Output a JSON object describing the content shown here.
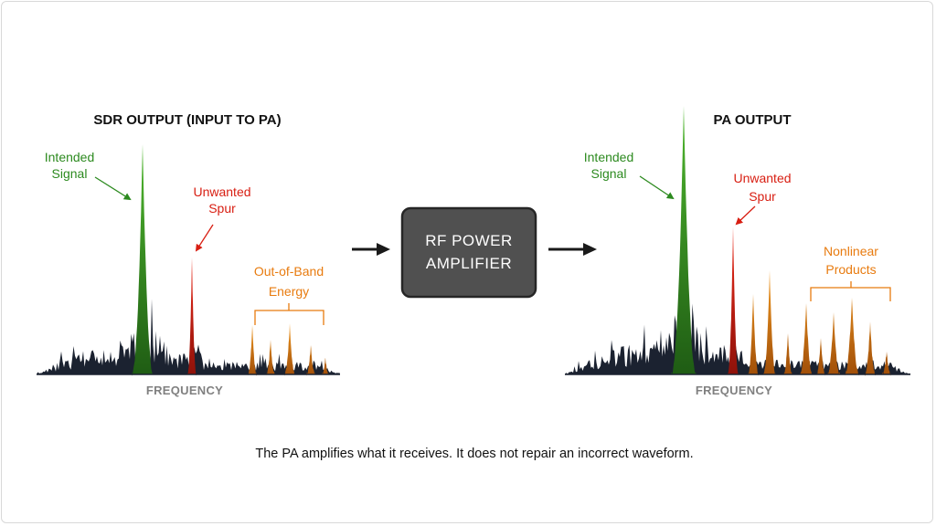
{
  "colors": {
    "intended": "#2c8a1f",
    "spur": "#d81e12",
    "oob": "#e87b0f",
    "noise": "#1b2230",
    "amplifier_fill": "#505050",
    "amplifier_border": "#262626",
    "arrow": "#1a1a1a"
  },
  "left": {
    "title": "SDR OUTPUT (INPUT TO PA)",
    "intended_line1": "Intended",
    "intended_line2": "Signal",
    "spur_line1": "Unwanted",
    "spur_line2": "Spur",
    "oob_line1": "Out-of-Band",
    "oob_line2": "Energy",
    "axis": "FREQUENCY"
  },
  "amplifier": {
    "line1": "RF POWER",
    "line2": "AMPLIFIER",
    "icon": "amplifier-block"
  },
  "right": {
    "title": "PA OUTPUT",
    "intended_line1": "Intended",
    "intended_line2": "Signal",
    "spur_line1": "Unwanted",
    "spur_line2": "Spur",
    "nl_line1": "Nonlinear",
    "nl_line2": "Products",
    "axis": "FREQUENCY"
  },
  "caption": "The PA amplifies what it receives. It does not repair an incorrect waveform."
}
